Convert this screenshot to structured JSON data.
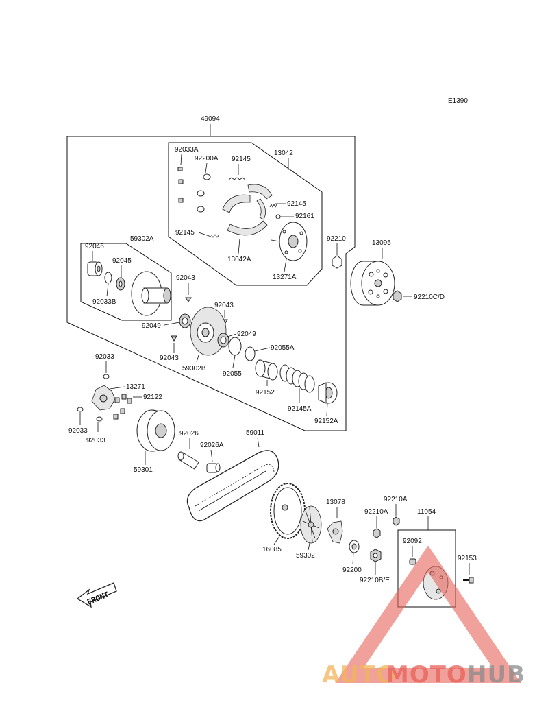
{
  "diagram": {
    "code": "E1390",
    "front_label": "FRONT",
    "labels": {
      "49094": "49094",
      "13042": "13042",
      "92033A": "92033A",
      "92200A": "92200A",
      "92145_top": "92145",
      "92145_mid": "92145",
      "92161": "92161",
      "92145_left": "92145",
      "13042A": "13042A",
      "13271A": "13271A",
      "92210": "92210",
      "13095": "13095",
      "92210CD": "92210C/D",
      "59302A": "59302A",
      "92046": "92046",
      "92045": "92045",
      "92033B": "92033B",
      "92043_a": "92043",
      "92043_b": "92043",
      "92043_c": "92043",
      "92049_a": "92049",
      "92049_b": "92049",
      "92055A": "92055A",
      "92055": "92055",
      "59302B": "59302B",
      "92152": "92152",
      "92145A": "92145A",
      "92152A": "92152A",
      "92033_top": "92033",
      "13271": "13271",
      "92122": "92122",
      "92033_left": "92033",
      "92033_bottom": "92033",
      "59301": "59301",
      "92026": "92026",
      "92026A": "92026A",
      "59011": "59011",
      "16085": "16085",
      "59302": "59302",
      "13078": "13078",
      "92200": "92200",
      "92210A_a": "92210A",
      "92210A_b": "92210A",
      "92210BE": "92210B/E",
      "11054": "11054",
      "92092": "92092",
      "92153": "92153"
    }
  },
  "watermark": {
    "text_auto": "AUTO",
    "text_moto": "MOTO",
    "text_hub": "HUB",
    "colors": {
      "auto": "#f2b55a",
      "moto": "#e8625a",
      "hub": "#8a8a8a",
      "triangle": "#e8625a"
    }
  }
}
